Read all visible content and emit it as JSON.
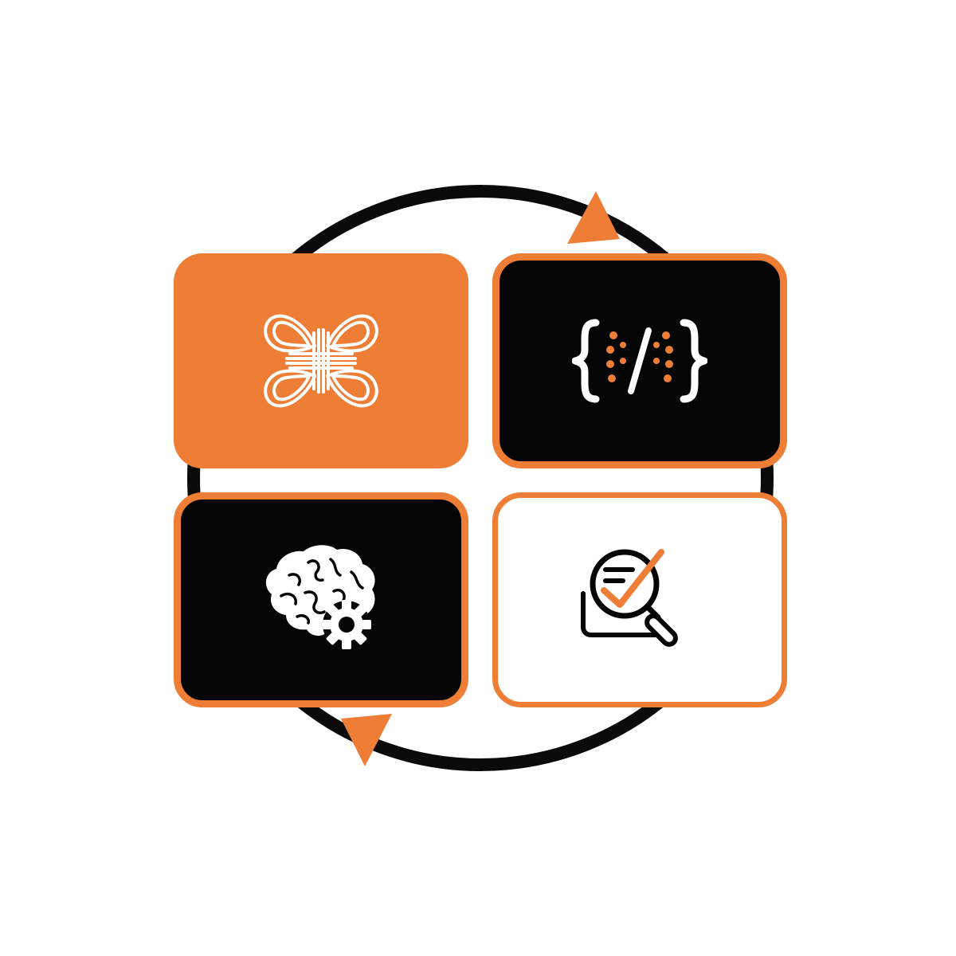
{
  "colors": {
    "accent": "#ee7d35",
    "dark": "#050505",
    "light": "#ffffff",
    "cycle_ring": "#0a0a0a"
  },
  "cycle": {
    "direction": "clockwise",
    "arrows": [
      "arrow-top-right",
      "arrow-bottom-left"
    ]
  },
  "tiles": [
    {
      "position": "top-left",
      "fill": "accent",
      "border": "accent",
      "icon": "celtic-knot-icon"
    },
    {
      "position": "top-right",
      "fill": "dark",
      "border": "accent",
      "icon": "code-braces-icon"
    },
    {
      "position": "bottom-left",
      "fill": "dark",
      "border": "accent",
      "icon": "brain-gear-icon"
    },
    {
      "position": "bottom-right",
      "fill": "light",
      "border": "accent",
      "icon": "search-check-icon"
    }
  ]
}
